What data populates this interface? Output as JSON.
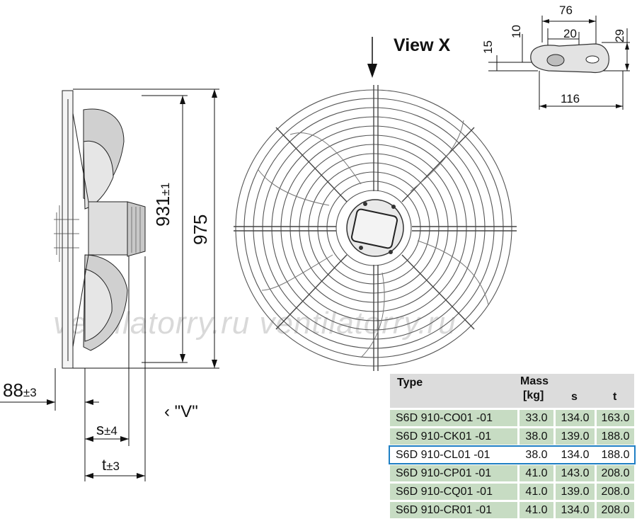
{
  "watermark": "ventilatorry.ru ventilatorry.ru",
  "view_x_label": "View X",
  "view_v_label": "‹ \"V\"",
  "dimensions": {
    "d76": "76",
    "d10": "10",
    "d20": "20",
    "d15": "15",
    "d29": "29",
    "d116": "116",
    "d931": "931",
    "d931_tol": "±1",
    "d975": "975",
    "d88": "88",
    "d88_tol": "±3",
    "ds": "s",
    "ds_tol": "±4",
    "dt": "t",
    "dt_tol": "±3"
  },
  "table": {
    "headers": {
      "type": "Type",
      "mass_line1": "Mass",
      "mass_line2": "[kg]",
      "s": "s",
      "t": "t"
    },
    "rows": [
      {
        "type": "S6D 910-CO01 -01",
        "mass": "33.0",
        "s": "134.0",
        "t": "163.0"
      },
      {
        "type": "S6D 910-CK01 -01",
        "mass": "38.0",
        "s": "139.0",
        "t": "188.0"
      },
      {
        "type": "S6D 910-CL01 -01",
        "mass": "38.0",
        "s": "134.0",
        "t": "188.0"
      },
      {
        "type": "S6D 910-CP01 -01",
        "mass": "41.0",
        "s": "143.0",
        "t": "208.0"
      },
      {
        "type": "S6D 910-CQ01 -01",
        "mass": "41.0",
        "s": "139.0",
        "t": "208.0"
      },
      {
        "type": "S6D 910-CR01 -01",
        "mass": "41.0",
        "s": "134.0",
        "t": "208.0"
      }
    ],
    "selected_index": 2
  },
  "colors": {
    "row_fill": "#c7dcc3",
    "header_fill": "#dcdcdc",
    "selected_outline": "#1e7fc4"
  }
}
